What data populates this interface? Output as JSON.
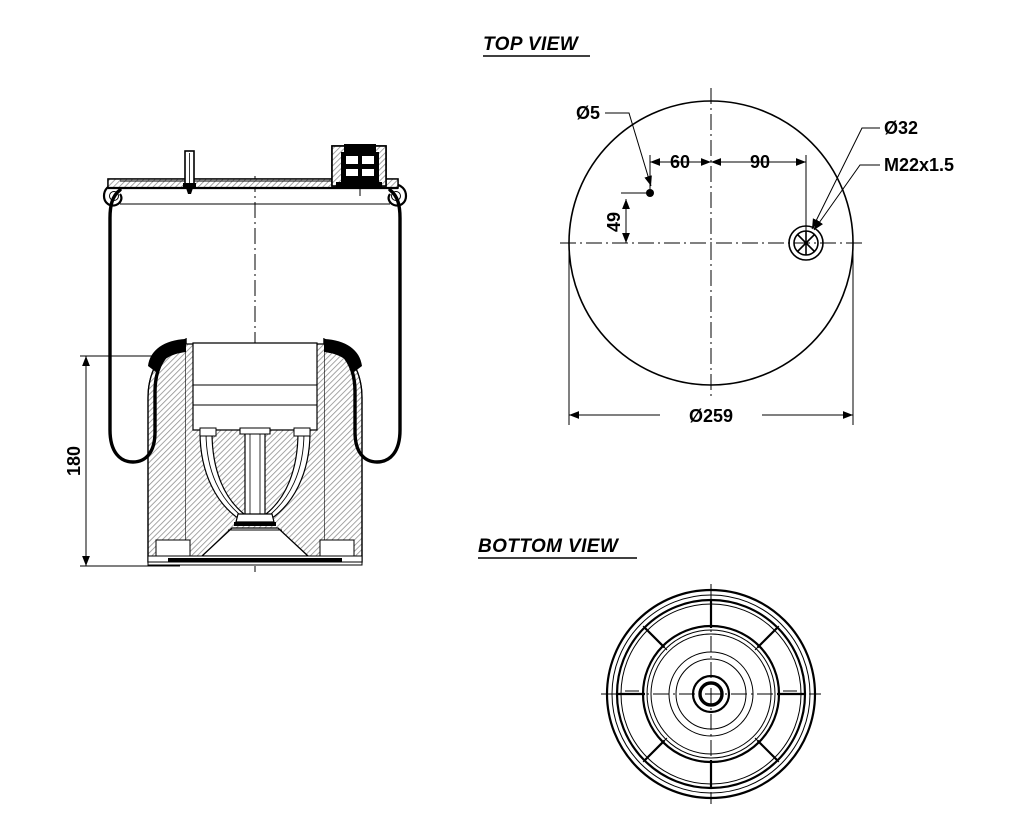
{
  "drawing": {
    "sheet_background": "#ffffff",
    "line_color": "#000000",
    "hatch_color": "#9a9a9a",
    "views": [
      {
        "id": "section-view",
        "title": "",
        "description": "Left cross-section elevation of rolling lobe air spring"
      },
      {
        "id": "top-view",
        "title": "TOP VIEW"
      },
      {
        "id": "bottom-view",
        "title": "BOTTOM VIEW"
      }
    ],
    "titles": {
      "top_view": "TOP VIEW",
      "bottom_view": "BOTTOM VIEW"
    },
    "dimensions": {
      "height_180": "180",
      "dia_5": "Ø5",
      "offset_49": "49",
      "offset_60": "60",
      "offset_90": "90",
      "dia_32": "Ø32",
      "thread_m22": "M22x1.5",
      "dia_259": "Ø259"
    }
  }
}
